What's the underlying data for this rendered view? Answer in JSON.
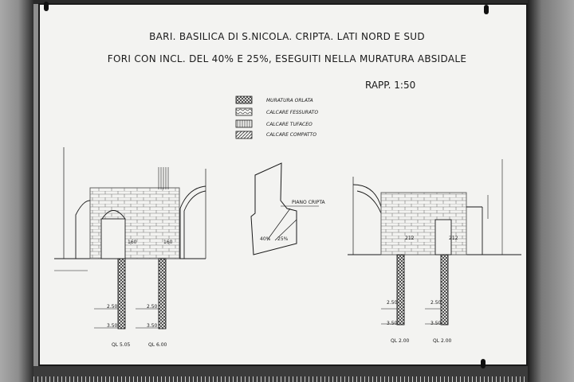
{
  "title": {
    "line1": "BARI. BASILICA DI S.NICOLA. CRIPTA. LATI NORD E SUD",
    "line2": "FORI CON INCL. DEL 40% E 25%, ESEGUITI NELLA MURATURA ABSIDALE",
    "scale": "RAPP. 1:50"
  },
  "legend": [
    {
      "pattern": "hatch-cross",
      "label": "MURATURA ORLATA"
    },
    {
      "pattern": "hatch-wave",
      "label": "CALCARE FESSURATO"
    },
    {
      "pattern": "hatch-vertical",
      "label": "CALCARE TUFACEO"
    },
    {
      "pattern": "hatch-diagonal",
      "label": "CALCARE COMPATTO"
    }
  ],
  "left_section": {
    "top_labels": [
      "160",
      "160"
    ],
    "depth_labels_hole1": [
      "2.50",
      "3.50"
    ],
    "depth_labels_hole2": [
      "2.50",
      "3.50"
    ],
    "bottom_labels": [
      "QL 5.05",
      "QL 6.00"
    ]
  },
  "middle_section": {
    "floor_label": "PIANO CRIPTA",
    "angle_labels": [
      "40%",
      "25%"
    ]
  },
  "right_section": {
    "top_labels": [
      "212",
      "212"
    ],
    "depth_labels_hole1": [
      "2.50",
      "3.50"
    ],
    "depth_labels_hole2": [
      "2.50",
      "3.50"
    ],
    "bottom_labels": [
      "QL 2.00",
      "QL 2.00"
    ]
  }
}
